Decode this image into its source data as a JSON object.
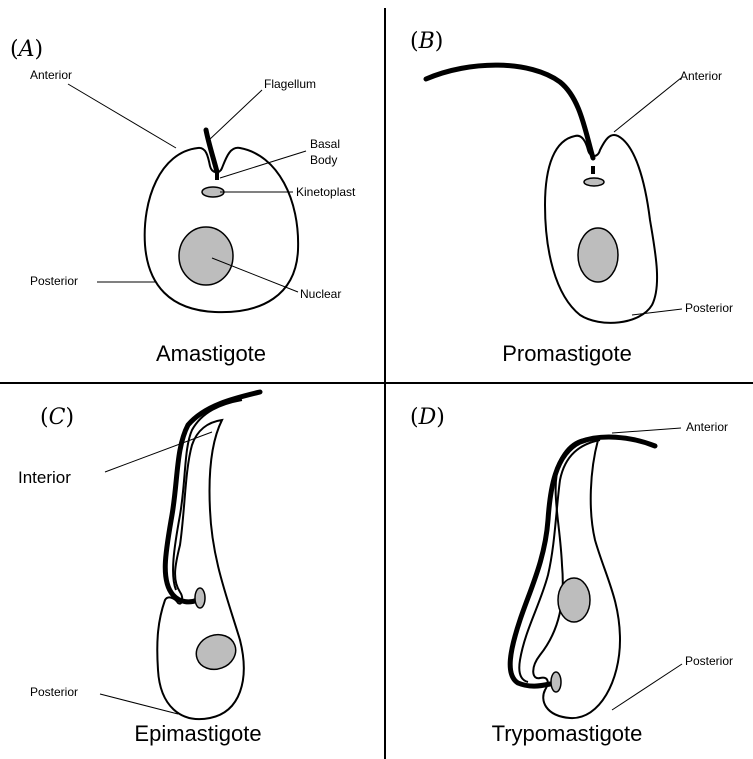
{
  "panels": [
    {
      "letter": "A",
      "title": "Amastigote",
      "labels": {
        "anterior": "Anterior",
        "flagellum": "Flagellum",
        "basal_body_line1": "Basal",
        "basal_body_line2": "Body",
        "kinetoplast": "Kinetoplast",
        "nuclear": "Nuclear",
        "posterior": "Posterior"
      }
    },
    {
      "letter": "B",
      "title": "Promastigote",
      "labels": {
        "anterior": "Anterior",
        "posterior": "Posterior"
      }
    },
    {
      "letter": "C",
      "title": "Epimastigote",
      "labels": {
        "interior": "Interior",
        "posterior": "Posterior"
      }
    },
    {
      "letter": "D",
      "title": "Trypomastigote",
      "labels": {
        "anterior": "Anterior",
        "posterior": "Posterior"
      }
    }
  ],
  "colors": {
    "line": "#000000",
    "organelle_fill": "#bdbdbd",
    "cell_fill": "#ffffff"
  }
}
